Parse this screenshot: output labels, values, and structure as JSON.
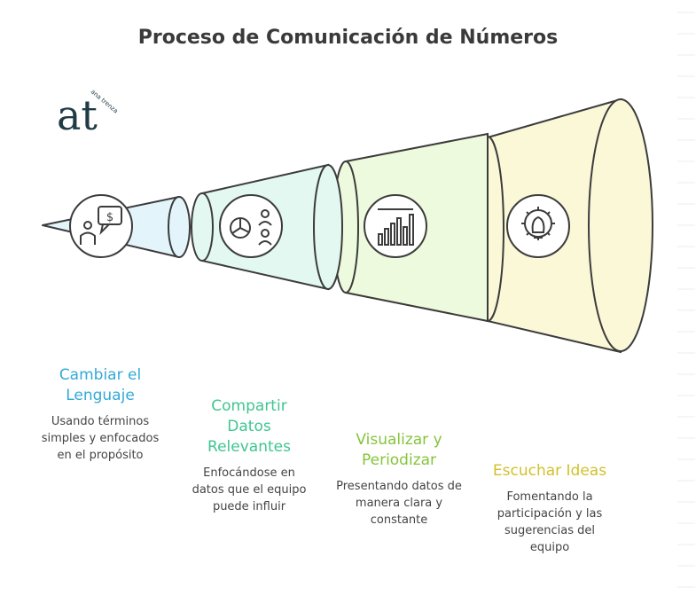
{
  "title": "Proceso de Comunicación de Números",
  "brand": {
    "logo_letters": "at",
    "logo_caption": "ana trenza"
  },
  "colors": {
    "outline": "#3c3c3c",
    "stage1_fill": "#e3f5fb",
    "stage2_fill": "#e2f8f0",
    "stage3_fill": "#eefadd",
    "stage4_fill": "#fbf8d8",
    "stage1_label": "#33a9d9",
    "stage2_label": "#3fc690",
    "stage3_label": "#86c43b",
    "stage4_label": "#d2c02b"
  },
  "stages": [
    {
      "label": "Cambiar el Lenguaje",
      "description": "Usando términos simples y enfocados en el propósito",
      "icon": "person-money-speech-icon"
    },
    {
      "label": "Compartir Datos Relevantes",
      "description": "Enfocándose en datos que el equipo puede influir",
      "icon": "pie-chart-people-icon"
    },
    {
      "label": "Visualizar y Periodizar",
      "description": "Presentando datos de manera clara y constante",
      "icon": "bar-chart-icon"
    },
    {
      "label": "Escuchar Ideas",
      "description": "Fomentando la participación y las sugerencias del equipo",
      "icon": "gear-lightbulb-icon"
    }
  ]
}
